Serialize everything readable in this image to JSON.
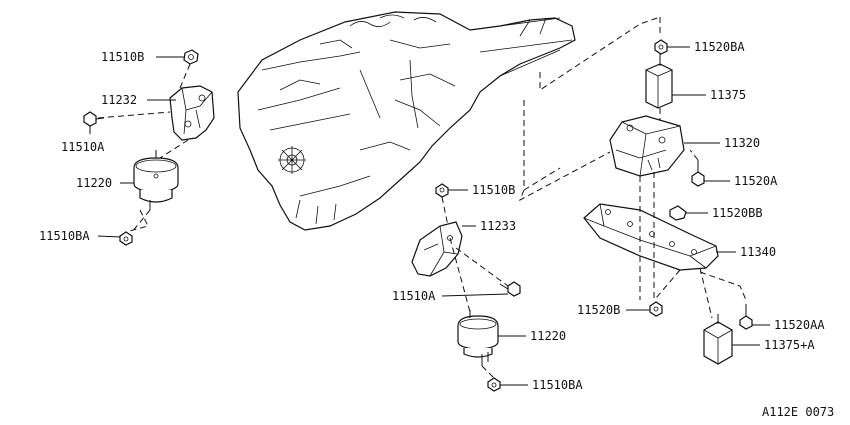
{
  "diagram": {
    "labels": [
      {
        "id": "l1",
        "text": "11510B"
      },
      {
        "id": "l2",
        "text": "11232"
      },
      {
        "id": "l3",
        "text": "11510A"
      },
      {
        "id": "l4",
        "text": "11220"
      },
      {
        "id": "l5",
        "text": "11510BA"
      },
      {
        "id": "l6",
        "text": "11520BA"
      },
      {
        "id": "l7",
        "text": "11375"
      },
      {
        "id": "l8",
        "text": "11320"
      },
      {
        "id": "l9",
        "text": "11520A"
      },
      {
        "id": "l10",
        "text": "11520BB"
      },
      {
        "id": "l11",
        "text": "11340"
      },
      {
        "id": "l12",
        "text": "11510B"
      },
      {
        "id": "l13",
        "text": "11233"
      },
      {
        "id": "l14",
        "text": "11510A"
      },
      {
        "id": "l15",
        "text": "11220"
      },
      {
        "id": "l16",
        "text": "11510BA"
      },
      {
        "id": "l17",
        "text": "11520B"
      },
      {
        "id": "l18",
        "text": "11520AA"
      },
      {
        "id": "l19",
        "text": "11375+A"
      }
    ],
    "figure_code": "A112E 0073"
  }
}
